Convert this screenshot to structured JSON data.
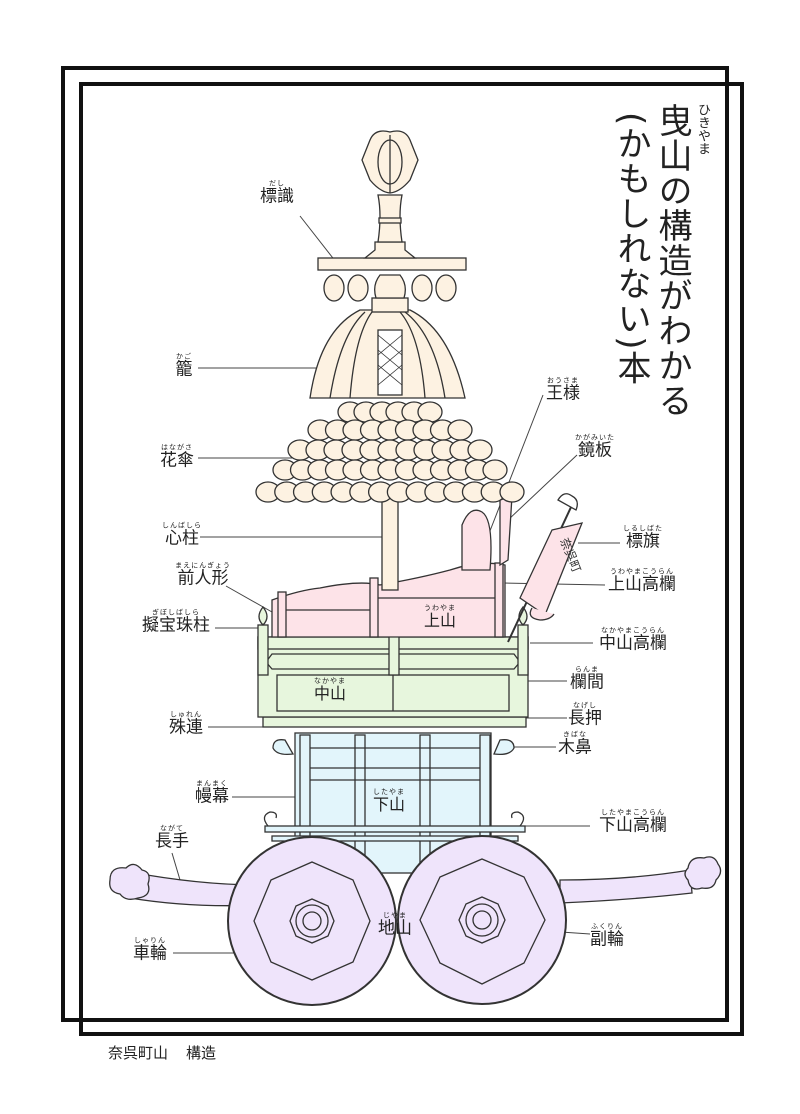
{
  "title": {
    "main": "曳山の構造がわかる",
    "main_ruby": "ひきやま",
    "sub": "(かもしれない)本"
  },
  "caption": {
    "town": "奈呉町山",
    "subject": "構造"
  },
  "flag_text": "奈呉町",
  "labels": {
    "dashi": {
      "text": "標識",
      "ruby": "だし"
    },
    "kago": {
      "text": "籠",
      "ruby": "かご"
    },
    "hanagasa": {
      "text": "花傘",
      "ruby": "はながさ"
    },
    "shinbashira": {
      "text": "心柱",
      "ruby": "しんばしら"
    },
    "maeningyou": {
      "text": "前人形",
      "ruby": "まえにんぎょう"
    },
    "giboshibashira": {
      "text": "擬宝珠柱",
      "ruby": "ぎぼしばしら"
    },
    "shuren": {
      "text": "殊連",
      "ruby": "しゅれん"
    },
    "manmaku": {
      "text": "幔幕",
      "ruby": "まんまく"
    },
    "nagate": {
      "text": "長手",
      "ruby": "ながて"
    },
    "sharin": {
      "text": "車輪",
      "ruby": "しゃりん"
    },
    "ousama": {
      "text": "王様",
      "ruby": "おうさま"
    },
    "kagamiita": {
      "text": "鏡板",
      "ruby": "かがみいた"
    },
    "shirushibata": {
      "text": "標旗",
      "ruby": "しるしばた"
    },
    "uwayama_kouran": {
      "text": "上山高欄",
      "ruby": "うわやまこうらん"
    },
    "nakayama_kouran": {
      "text": "中山高欄",
      "ruby": "なかやまこうらん"
    },
    "ranma": {
      "text": "欄間",
      "ruby": "らんま"
    },
    "nageshi": {
      "text": "長押",
      "ruby": "なげし"
    },
    "kibana": {
      "text": "木鼻",
      "ruby": "きばな"
    },
    "shitayama_kouran": {
      "text": "下山高欄",
      "ruby": "したやまこうらん"
    },
    "fukurin": {
      "text": "副輪",
      "ruby": "ふくりん"
    },
    "uwayama": {
      "text": "上山",
      "ruby": "うわやま"
    },
    "nakayama": {
      "text": "中山",
      "ruby": "なかやま"
    },
    "shitayama": {
      "text": "下山",
      "ruby": "したやま"
    },
    "jiyama": {
      "text": "地山",
      "ruby": "じやま"
    }
  },
  "colors": {
    "cream": "#fdf2e2",
    "pink": "#fde3e8",
    "green": "#e7f6dd",
    "blue": "#e2f5fb",
    "lavender": "#efe4fb",
    "line": "#333333"
  }
}
